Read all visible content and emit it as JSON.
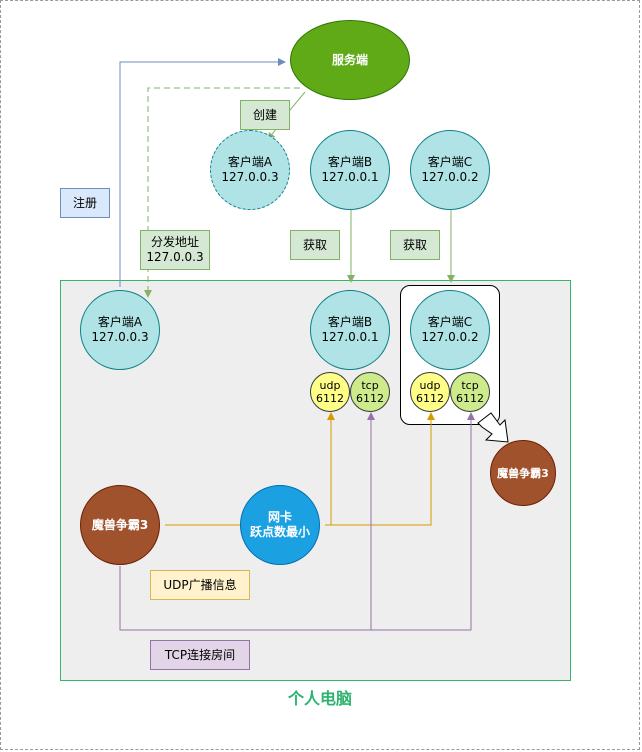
{
  "server": {
    "label": "服务端"
  },
  "pc": {
    "title": "个人电脑"
  },
  "top_clients": [
    {
      "name": "客户端A",
      "ip": "127.0.0.3"
    },
    {
      "name": "客户端B",
      "ip": "127.0.0.1"
    },
    {
      "name": "客户端C",
      "ip": "127.0.0.2"
    }
  ],
  "pc_clients": [
    {
      "name": "客户端A",
      "ip": "127.0.0.3"
    },
    {
      "name": "客户端B",
      "ip": "127.0.0.1"
    },
    {
      "name": "客户端C",
      "ip": "127.0.0.2"
    }
  ],
  "ports": {
    "udp": {
      "proto": "udp",
      "port": "6112"
    },
    "tcp": {
      "proto": "tcp",
      "port": "6112"
    }
  },
  "labels": {
    "register": "注册",
    "create": "创建",
    "distribute": "分发地址",
    "distribute_ip": "127.0.0.3",
    "fetch_b": "获取",
    "fetch_c": "获取",
    "udp_broadcast": "UDP广播信息",
    "tcp_connect": "TCP连接房间"
  },
  "game": {
    "left": "魔兽争霸3",
    "right": "魔兽争霸3"
  },
  "nic": {
    "line1": "网卡",
    "line2": "跃点数最小"
  },
  "colors": {
    "client_fill": "#b0e3e6",
    "server_fill": "#60a917",
    "game_fill": "#a0522d",
    "nic_fill": "#1ba1e2",
    "udp_line": "#d79b00",
    "tcp_line": "#9673a6",
    "register_line": "#6c8ebf",
    "green_line": "#82b366"
  }
}
